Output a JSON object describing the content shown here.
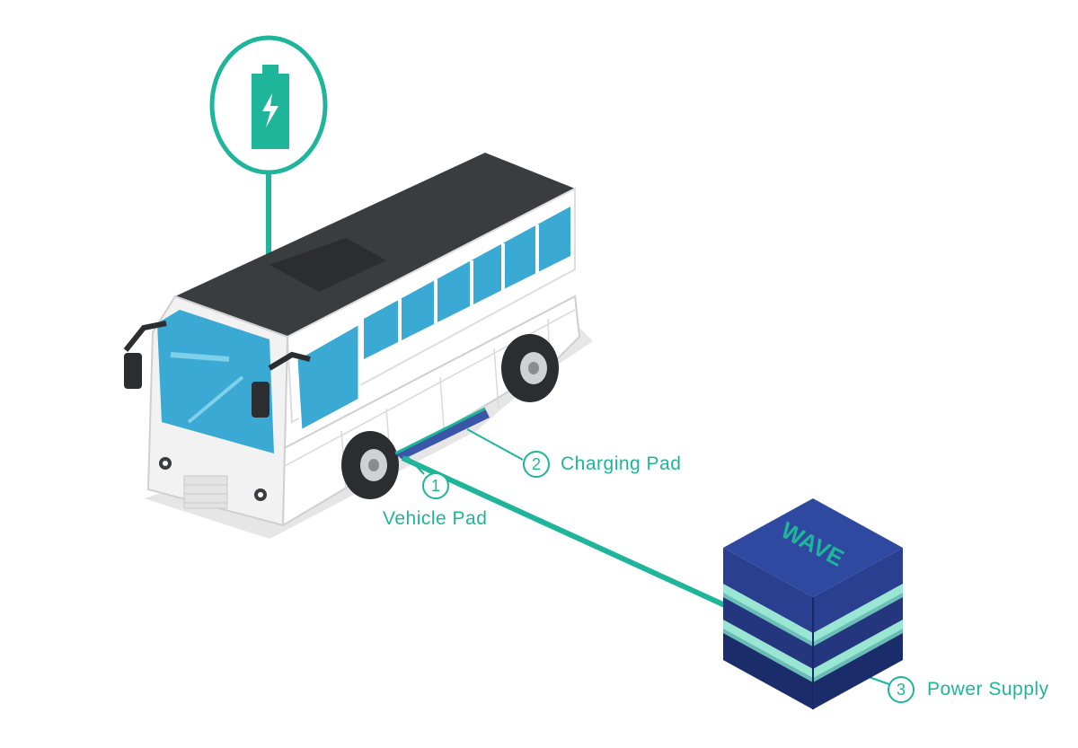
{
  "colors": {
    "accent": "#1fb59a",
    "bus_body": "#ffffff",
    "bus_roof": "#3a3d40",
    "window": "#3aa9d4",
    "power_box": "#2a3f8f"
  },
  "icons": {
    "charge_sign": "battery-bolt-icon"
  },
  "callouts": [
    {
      "number": "1",
      "label": "Vehicle Pad"
    },
    {
      "number": "2",
      "label": "Charging Pad"
    },
    {
      "number": "3",
      "label": "Power Supply"
    }
  ],
  "power_box": {
    "brand": "WAVE"
  }
}
